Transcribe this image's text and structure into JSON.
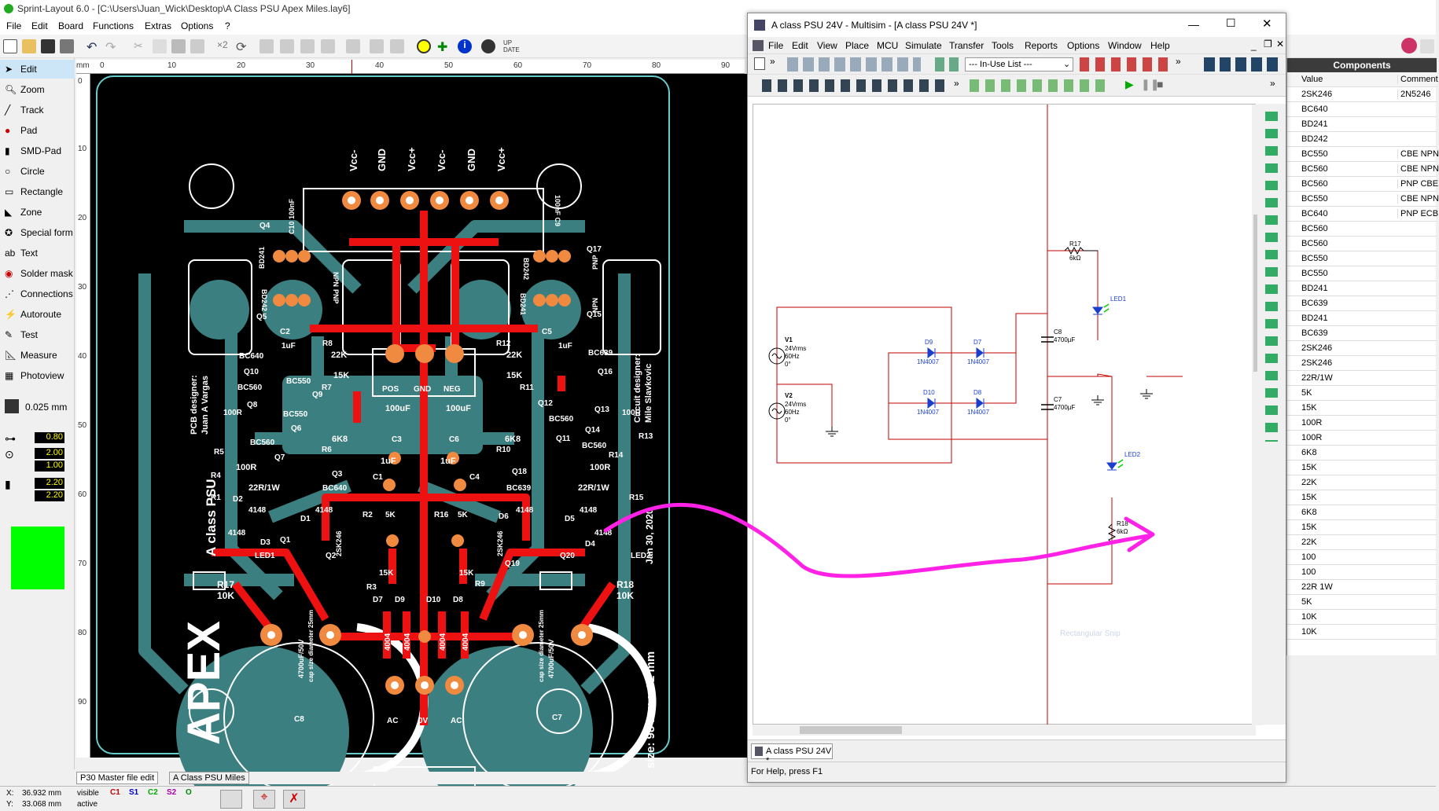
{
  "sprint": {
    "title": "Sprint-Layout 6.0 - [C:\\Users\\Juan_Wick\\Desktop\\A Class PSU Apex Miles.lay6]",
    "menu": [
      "File",
      "Edit",
      "Board",
      "Functions",
      "Extras",
      "Options",
      "?"
    ],
    "tools": [
      "Edit",
      "Zoom",
      "Track",
      "Pad",
      "SMD-Pad",
      "Circle",
      "Rectangle",
      "Zone",
      "Special form",
      "Text",
      "Solder mask",
      "Connections",
      "Autoroute",
      "Test",
      "Measure",
      "Photoview"
    ],
    "grid": "0.025 mm",
    "params": [
      "0.80",
      "2.00",
      "1.00",
      "2.20",
      "2.20"
    ],
    "ruler_unit": "mm",
    "ruler_top": [
      "0",
      "10",
      "20",
      "30",
      "40",
      "50",
      "60",
      "70",
      "80",
      "90"
    ],
    "ruler_left": [
      "0",
      "10",
      "20",
      "30",
      "40",
      "50",
      "60",
      "70",
      "80",
      "90"
    ],
    "tabs": [
      "P30 Master file edit",
      "A Class PSU Miles"
    ],
    "status": {
      "x_label": "X:",
      "x": "36.932 mm",
      "y_label": "Y:",
      "y": "33.068 mm",
      "visible": "visible",
      "active": "active",
      "layers": [
        "C1",
        "S1",
        "C2",
        "S2",
        "O"
      ]
    },
    "components": {
      "title": "Components",
      "headers": [
        "Value",
        "Comment"
      ],
      "rows": [
        {
          "v": "2SK246",
          "c": "2N5246"
        },
        {
          "v": "BC640",
          "c": ""
        },
        {
          "v": "BD241",
          "c": ""
        },
        {
          "v": "BD242",
          "c": ""
        },
        {
          "v": "BC550",
          "c": "CBE NPN"
        },
        {
          "v": "BC560",
          "c": "CBE NPN"
        },
        {
          "v": "BC560",
          "c": "PNP CBE"
        },
        {
          "v": "BC550",
          "c": "CBE NPN"
        },
        {
          "v": "BC640",
          "c": "PNP ECB"
        },
        {
          "v": "BC560",
          "c": ""
        },
        {
          "v": "BC560",
          "c": ""
        },
        {
          "v": "BC550",
          "c": ""
        },
        {
          "v": "BC550",
          "c": ""
        },
        {
          "v": "BD241",
          "c": ""
        },
        {
          "v": "BC639",
          "c": ""
        },
        {
          "v": "BD241",
          "c": ""
        },
        {
          "v": "BC639",
          "c": ""
        },
        {
          "v": "2SK246",
          "c": ""
        },
        {
          "v": "2SK246",
          "c": ""
        },
        {
          "v": "22R/1W",
          "c": ""
        },
        {
          "v": "5K",
          "c": ""
        },
        {
          "v": "15K",
          "c": ""
        },
        {
          "v": "100R",
          "c": ""
        },
        {
          "v": "100R",
          "c": ""
        },
        {
          "v": "6K8",
          "c": ""
        },
        {
          "v": "15K",
          "c": ""
        },
        {
          "v": "22K",
          "c": ""
        },
        {
          "v": "15K",
          "c": ""
        },
        {
          "v": "6K8",
          "c": ""
        },
        {
          "v": "15K",
          "c": ""
        },
        {
          "v": "22K",
          "c": ""
        },
        {
          "v": "100",
          "c": ""
        },
        {
          "v": "100",
          "c": ""
        },
        {
          "v": "22R 1W",
          "c": ""
        },
        {
          "v": "5K",
          "c": ""
        },
        {
          "v": "10K",
          "c": ""
        },
        {
          "v": "10K",
          "c": ""
        }
      ]
    }
  },
  "board": {
    "silk": {
      "vcc1": "Vcc-",
      "gnd1": "GND",
      "vccp1": "Vcc+",
      "vcc2": "Vcc-",
      "gnd2": "GND",
      "vccp2": "Vcc+",
      "q4": "Q4",
      "bd241a": "BD241",
      "npn1": "NPN",
      "bd242a": "BD242",
      "pnp1": "PNP",
      "q5": "Q5",
      "bd242b": "BD242",
      "pnp2": "PNP",
      "q17": "Q17",
      "bd241b": "BD241",
      "npn2": "NPN",
      "q15": "Q15",
      "c10": "C10\n100nF",
      "c9": "100nF\nC9",
      "pcb_designer": "PCB designer:",
      "pcb_name": "Juan A Vargas",
      "circ_designer": "Circuit designer:",
      "circ_name": "Mile Slavkovic",
      "aclass": "A class PSU",
      "apex": "APEX",
      "date": "Jan 30, 2020",
      "size": "size: 98 mm x 82 mm",
      "pos": "POS",
      "gnd3": "GND",
      "neg": "NEG",
      "c2": "C2",
      "c5": "C5",
      "r8": "R8",
      "r12": "R12",
      "r7": "R7",
      "r11": "R11",
      "v22k1": "22K",
      "v22k2": "22K",
      "v15k1": "15K",
      "v15k2": "15K",
      "uf1": "1uF",
      "uf2": "1uF",
      "uf3": "1uF",
      "uf4": "1uF",
      "cap100a": "100uF",
      "cap100b": "100uF",
      "bc640": "BC640",
      "q10": "Q10",
      "bc550": "BC550",
      "q9": "Q9",
      "bc560a": "BC560",
      "q8": "Q8",
      "bc550b": "BC550",
      "q6": "Q6",
      "bc639": "BC639",
      "q16": "Q16",
      "q12": "Q12",
      "q13": "Q13",
      "bc560c": "BC560",
      "q11": "Q11",
      "bc560d": "BC560",
      "q14": "Q14",
      "q7": "Q7",
      "bc560e": "BC560",
      "r100a": "100R",
      "r100b": "100R",
      "r5": "R5",
      "r4": "R4",
      "r1": "R1",
      "r13": "R13",
      "r14": "R14",
      "r15": "R15",
      "r100c": "100R",
      "r100d": "100R",
      "r22a": "22R/1W",
      "r22b": "22R/1W",
      "k68a": "6K8",
      "k68b": "6K8",
      "r6": "R6",
      "r10": "R10",
      "c3": "C3",
      "c6": "C6",
      "c1": "C1",
      "c4": "C4",
      "q3": "Q3",
      "q18": "Q18",
      "bc640b": "BC640",
      "bc639b": "BC639",
      "d2": "D2",
      "d1": "D1",
      "d3": "D3",
      "d4": "D4",
      "d5": "D5",
      "d6": "D6",
      "n4148a": "4148",
      "n4148b": "4148",
      "n4148c": "4148",
      "n4148d": "4148",
      "n4148e": "4148",
      "n4148f": "4148",
      "r2": "R2",
      "r16": "R16",
      "k5a": "5K",
      "k5b": "5K",
      "q1": "Q1",
      "q2": "Q2",
      "q19": "Q19",
      "q20": "Q20",
      "sk246a": "2SK246",
      "sk246b": "2SK246",
      "led1": "LED1",
      "led2": "LED2",
      "r3": "R3",
      "r9": "R9",
      "k15a": "15K",
      "k15b": "15K",
      "r17": "R17",
      "k10a": "10K",
      "r18": "R18",
      "k10b": "10K",
      "d7": "D7",
      "d9": "D9",
      "d10": "D10",
      "d8": "D8",
      "n4004a": "4004",
      "n4004b": "4004",
      "n4004c": "4004",
      "n4004d": "4004",
      "capc8a": "4700uF/50V",
      "capc8b": "cap size diameter 25mm",
      "capc7a": "cap size diameter 25mm",
      "capc7b": "4700uF/50V",
      "c8": "C8",
      "c7": "C7",
      "ac1": "AC",
      "ov": "0V",
      "ac2": "AC"
    }
  },
  "multisim": {
    "title": "A class PSU 24V - Multisim - [A class PSU 24V *]",
    "menu": [
      "File",
      "Edit",
      "View",
      "Place",
      "MCU",
      "Simulate",
      "Transfer",
      "Tools",
      "Reports",
      "Options",
      "Window",
      "Help"
    ],
    "in_use_list": "--- In-Use List ---",
    "tab": "A class PSU 24V *",
    "status": "For Help, press F1",
    "watermark": "Rectangular Snip",
    "schematic": {
      "v1": "V1",
      "v1a": "24Vrms",
      "v1b": "60Hz",
      "v1c": "0°",
      "v2": "V2",
      "v2a": "24Vrms",
      "v2b": "60Hz",
      "v2c": "0°",
      "d9": "D9",
      "d9v": "1N4007",
      "d7": "D7",
      "d7v": "1N4007",
      "d10": "D10",
      "d10v": "1N4007",
      "d8": "D8",
      "d8v": "1N4007",
      "c8": "C8",
      "c8v": "4700µF",
      "c7": "C7",
      "c7v": "4700µF",
      "r17": "R17",
      "r17v": "6kΩ",
      "led1": "LED1",
      "led2": "LED2",
      "r18": "R18",
      "r18v": "6kΩ"
    }
  }
}
